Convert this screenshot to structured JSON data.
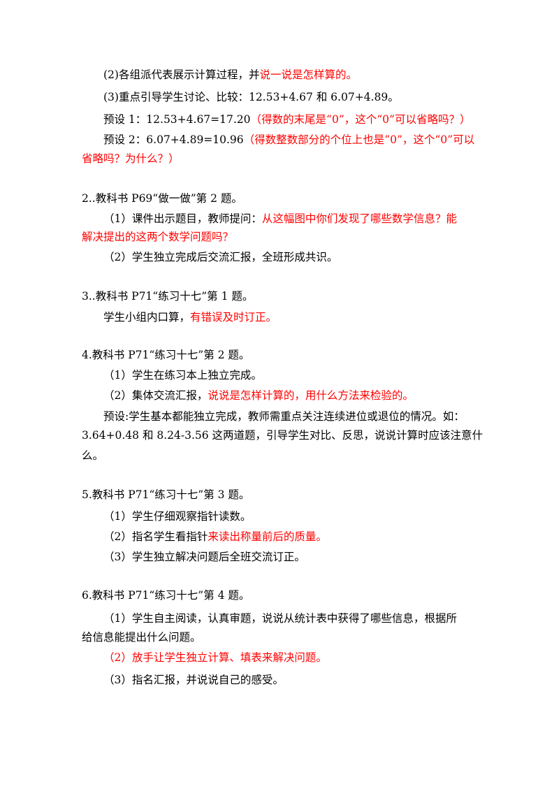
{
  "s1": {
    "p2_black": "(2)各组派代表展示计算过程，并",
    "p2_red": "说一说是怎样算的。",
    "p3": "(3)重点引导学生讨论、比较：12.53+4.67 和 6.07+4.89。",
    "pre1_black": "预设 1：12.53+4.67=17.20",
    "pre1_red": "（得数的末尾是“0”，这个“0”可以省略吗？）",
    "pre2_black": "预设 2：6.07+4.89=10.96",
    "pre2_red_a": "（得数整数部分的个位上也是“0”，这个“0”可以",
    "pre2_red_b": "省略吗？为什么？）"
  },
  "s2": {
    "heading": "2..教科书 P69“做一做”第 2 题。",
    "i1_black": "（1）课件出示题目，教师提问：",
    "i1_red_a": "从这幅图中你们发现了哪些数学信息？能",
    "i1_red_b": "解决提出的这两个数学问题吗？",
    "i2": "（2）学生独立完成后交流汇报，全班形成共识。"
  },
  "s3": {
    "heading": "3..教科书 P71“练习十七”第 1 题。",
    "t_black": "学生小组内口算，",
    "t_red": "有错误及时订正。"
  },
  "s4": {
    "heading": "4.教科书 P71“练习十七”第 2 题。",
    "i1": "（1）学生在练习本上独立完成。",
    "i2_black": "（2）集体交流汇报，",
    "i2_red": "说说是怎样计算的，用什么方法来检验的。",
    "pre_a": "预设:学生基本都能独立完成，教师需重点关注连续进位或退位的情况。如：",
    "pre_b": "3.64+0.48 和 8.24-3.56 这两道题，引导学生对比、反思，说说计算时应该注意什",
    "pre_c": "么。"
  },
  "s5": {
    "heading": "5.教科书 P71“练习十七”第 3 题。",
    "i1": "（1）学生仔细观察指针读数。",
    "i2_black": "（2）指名学生看指针",
    "i2_red": "来读出称量前后的质量。",
    "i3": "（3）学生独立解决问题后全班交流订正。"
  },
  "s6": {
    "heading": "6.教科书 P71“练习十七”第 4 题。",
    "i1_a": "（1）学生自主阅读，认真审题，说说从统计表中获得了哪些信息，根据所",
    "i1_b": "给信息能提出什么问题。",
    "i2": "（2）放手让学生独立计算、填表来解决问题。",
    "i3": "（3）指名汇报，并说说自己的感受。"
  },
  "colors": {
    "emphasis": "#ff0000",
    "text": "#000000"
  }
}
